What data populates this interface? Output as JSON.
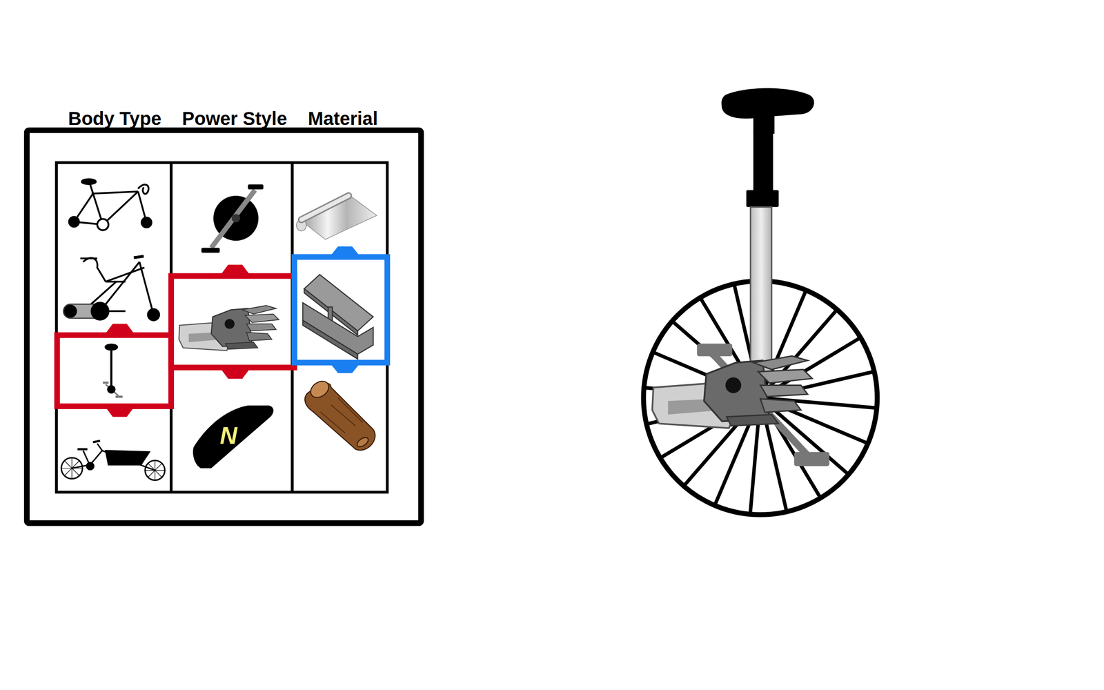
{
  "diagram": {
    "labels": [
      "Body Type",
      "Power Style",
      "Material",
      "N"
    ]
  }
}
